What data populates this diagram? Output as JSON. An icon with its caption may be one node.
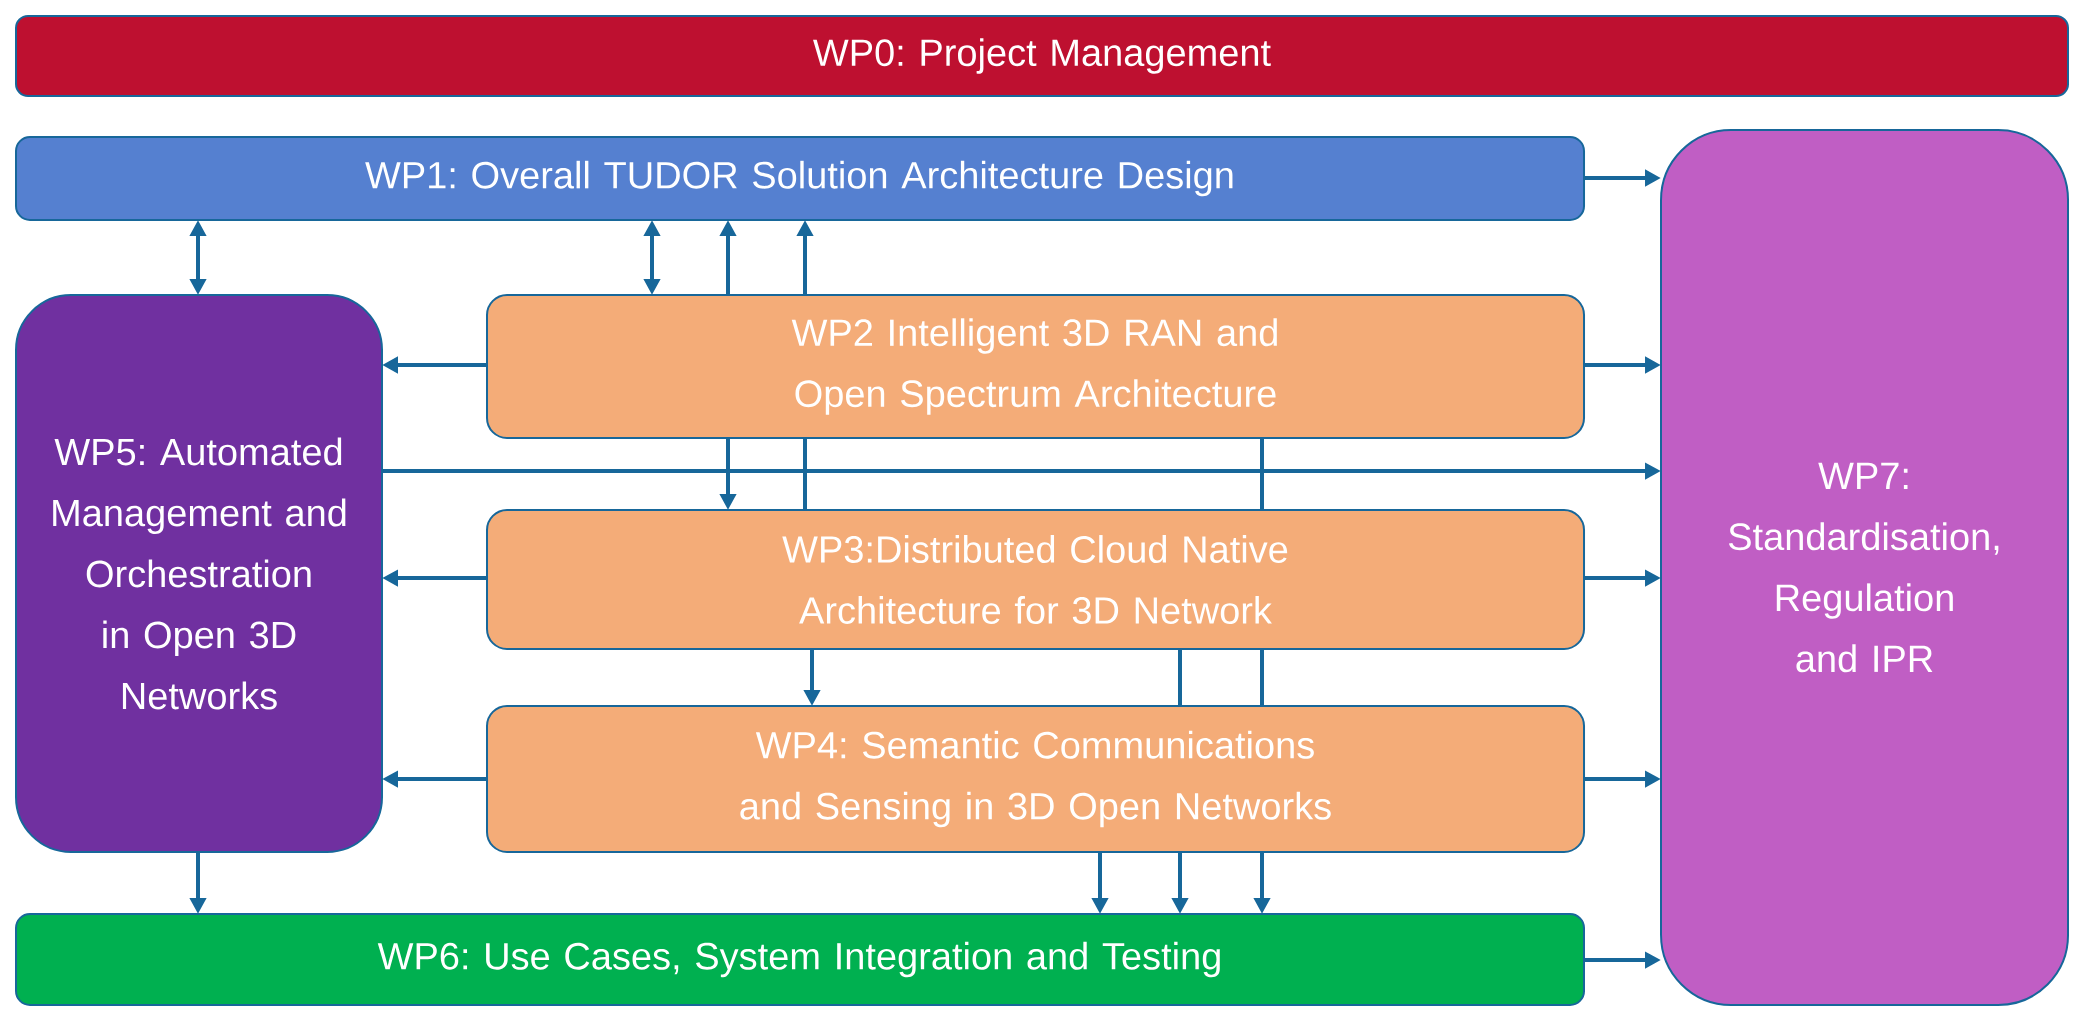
{
  "diagram": {
    "nodes": [
      {
        "text": [
          "WP0: Project Management"
        ]
      },
      {
        "text": [
          "WP1: Overall TUDOR Solution Architecture Design"
        ]
      },
      {
        "text": [
          "WP7: Standardisation, Regulation and IPR"
        ]
      },
      {
        "text": [
          "WP5: Automated Management and Orchestration in Open 3D Networks"
        ]
      },
      {
        "text": [
          "WP2 Intelligent 3D RAN and Open Spectrum Architecture"
        ]
      },
      {
        "text": [
          "WP3:Distributed Cloud Native Architecture  for 3D Network"
        ]
      },
      {
        "text": [
          "WP4: Semantic Communications and Sensing in 3D Open Networks"
        ]
      },
      {
        "text": [
          "WP6: Use Cases, System Integration and Testing"
        ]
      }
    ],
    "edges": [
      {
        "from": 1,
        "to": 3,
        "arrow": "both"
      },
      {
        "from": 1,
        "to": 4,
        "arrow": "both"
      },
      {
        "from": 4,
        "to": 1,
        "arrow": "to"
      },
      {
        "from": 4,
        "to": 1,
        "arrow": "to"
      },
      {
        "from": 4,
        "to": 3,
        "arrow": "to"
      },
      {
        "from": 4,
        "to": 5,
        "arrow": "to"
      },
      {
        "from": 5,
        "to": 4,
        "arrow": "none"
      },
      {
        "from": 4,
        "to": 5,
        "arrow": "none"
      },
      {
        "from": 3,
        "to": 2,
        "arrow": "to"
      },
      {
        "from": 5,
        "to": 3,
        "arrow": "to"
      },
      {
        "from": 5,
        "to": 6,
        "arrow": "to"
      },
      {
        "from": 5,
        "to": 6,
        "arrow": "none"
      },
      {
        "from": 5,
        "to": 6,
        "arrow": "none"
      },
      {
        "from": 6,
        "to": 3,
        "arrow": "to"
      },
      {
        "from": 3,
        "to": 7,
        "arrow": "to"
      },
      {
        "from": 6,
        "to": 7,
        "arrow": "to"
      },
      {
        "from": 6,
        "to": 7,
        "arrow": "to"
      },
      {
        "from": 6,
        "to": 7,
        "arrow": "to"
      },
      {
        "from": 1,
        "to": 2,
        "arrow": "to"
      },
      {
        "from": 4,
        "to": 2,
        "arrow": "to"
      },
      {
        "from": 5,
        "to": 2,
        "arrow": "to"
      },
      {
        "from": 6,
        "to": 2,
        "arrow": "to"
      },
      {
        "from": 7,
        "to": 2,
        "arrow": "to"
      }
    ]
  }
}
